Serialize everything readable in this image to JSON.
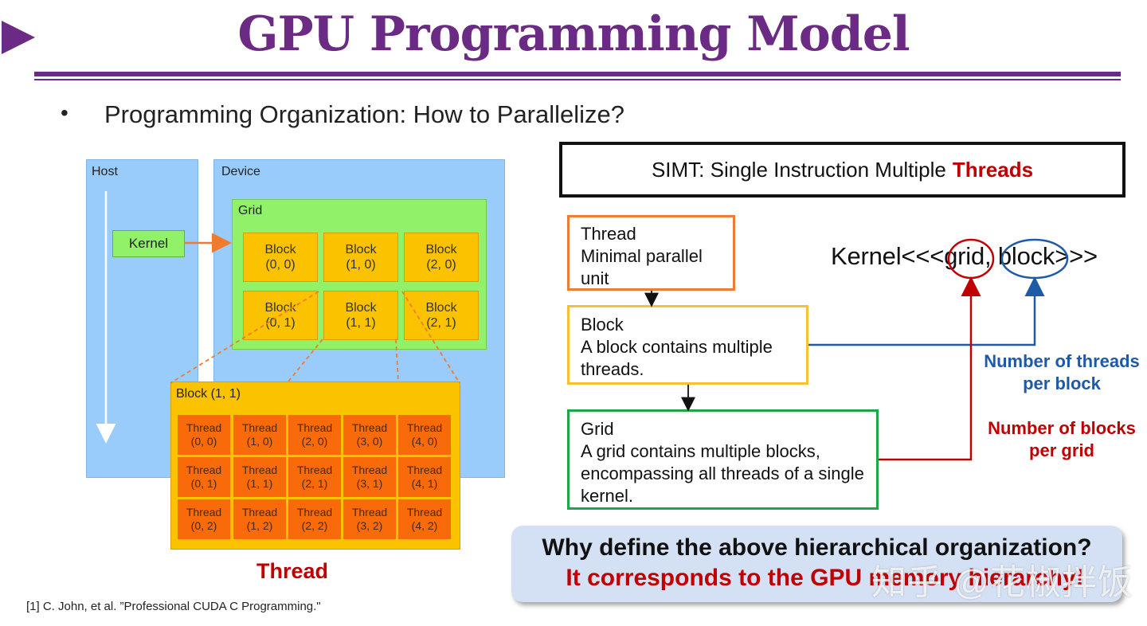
{
  "slide": {
    "title": "GPU Programming Model",
    "bullet": "Programming Organization: How to Parallelize?",
    "bullet_marker": "•"
  },
  "left_diagram": {
    "host_label": "Host",
    "device_label": "Device",
    "grid_label": "Grid",
    "kernel_label": "Kernel",
    "blocks": [
      {
        "name": "Block",
        "coord": "(0, 0)"
      },
      {
        "name": "Block",
        "coord": "(1, 0)"
      },
      {
        "name": "Block",
        "coord": "(2, 0)"
      },
      {
        "name": "Block",
        "coord": "(0, 1)"
      },
      {
        "name": "Block",
        "coord": "(1, 1)"
      },
      {
        "name": "Block",
        "coord": "(2, 1)"
      }
    ],
    "block_detail_label": "Block (1, 1)",
    "threads": [
      {
        "name": "Thread",
        "coord": "(0, 0)"
      },
      {
        "name": "Thread",
        "coord": "(1, 0)"
      },
      {
        "name": "Thread",
        "coord": "(2, 0)"
      },
      {
        "name": "Thread",
        "coord": "(3, 0)"
      },
      {
        "name": "Thread",
        "coord": "(4, 0)"
      },
      {
        "name": "Thread",
        "coord": "(0, 1)"
      },
      {
        "name": "Thread",
        "coord": "(1, 1)"
      },
      {
        "name": "Thread",
        "coord": "(2, 1)"
      },
      {
        "name": "Thread",
        "coord": "(3, 1)"
      },
      {
        "name": "Thread",
        "coord": "(4, 1)"
      },
      {
        "name": "Thread",
        "coord": "(0, 2)"
      },
      {
        "name": "Thread",
        "coord": "(1, 2)"
      },
      {
        "name": "Thread",
        "coord": "(2, 2)"
      },
      {
        "name": "Thread",
        "coord": "(3, 2)"
      },
      {
        "name": "Thread",
        "coord": "(4, 2)"
      }
    ],
    "caption": "Thread",
    "citation": "[1] C. John, et al. ”Professional CUDA C Programming.\""
  },
  "right_diagram": {
    "simt_prefix": "SIMT: Single Instruction Multiple",
    "simt_highlight": "Threads",
    "thread_box": {
      "title": "Thread",
      "desc": "Minimal parallel unit"
    },
    "block_box": {
      "title": "Block",
      "desc": "A block contains multiple threads."
    },
    "grid_box": {
      "title": "Grid",
      "desc": "A grid contains multiple blocks, encompassing all threads of a single kernel."
    },
    "kernel_call": "Kernel<<<grid, block>>>",
    "threads_per_block": "Number of threads per block",
    "blocks_per_grid": "Number of blocks per grid",
    "question_line1": "Why define the above hierarchical organization?",
    "question_line2": "It corresponds to the GPU memory hierarchy!"
  },
  "watermark": "知乎 @花椒拌饭",
  "colors": {
    "title_purple": "#6b2a84",
    "highlight_red": "#c00000",
    "caption_blue": "#1f5aa6",
    "thread_orange": "#ed7d31",
    "block_yellow": "#f4c430",
    "grid_green": "#1fa64a",
    "host_blue": "#99ccfb",
    "grid_lime": "#91f26a",
    "block_gold": "#fbc200",
    "thread_cell_orange": "#f96a0a"
  }
}
